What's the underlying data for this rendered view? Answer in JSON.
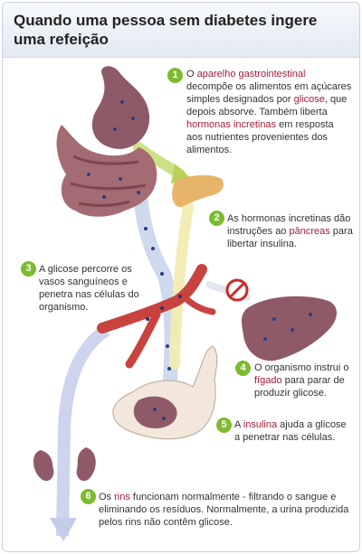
{
  "title": "Quando uma pessoa sem diabetes ingere uma refeição",
  "colors": {
    "badge": "#7dbb2f",
    "highlight": "#a01f39",
    "text": "#333333",
    "organ": "#8f5a67",
    "vessel": "#c8433f",
    "arrow": "#b9c6e3",
    "hormone_arrow": "#f2e7a0"
  },
  "icons": {
    "no_entry": "no-entry-icon"
  },
  "steps": [
    {
      "number": "1",
      "parts": [
        "O ",
        "aparelho gastrointestinal",
        " decompõe os alimentos em açúcares simples designados por ",
        "glicose",
        ", que depois absorve. Também liberta ",
        "hormonas incretinas",
        " em resposta aos nutrientes provenientes dos alimentos."
      ]
    },
    {
      "number": "2",
      "parts": [
        "As hormonas incretinas dão instruções ao ",
        "pâncreas",
        " para libertar insulina."
      ]
    },
    {
      "number": "3",
      "parts": [
        "A glicose percorre os vasos sanguíneos e penetra nas células do organismo."
      ]
    },
    {
      "number": "4",
      "parts": [
        "O organismo instrui o ",
        "fígado",
        " para parar de produzir glicose."
      ]
    },
    {
      "number": "5",
      "parts": [
        "A ",
        "insulina",
        " ajuda a glicose a penetrar nas células."
      ]
    },
    {
      "number": "6",
      "parts": [
        "Os ",
        "rins",
        " funcionam normalmente - filtrando o sangue e eliminando os resíduos. Normalmente, a urina produzida pelos rins não contêm glicose."
      ]
    }
  ]
}
